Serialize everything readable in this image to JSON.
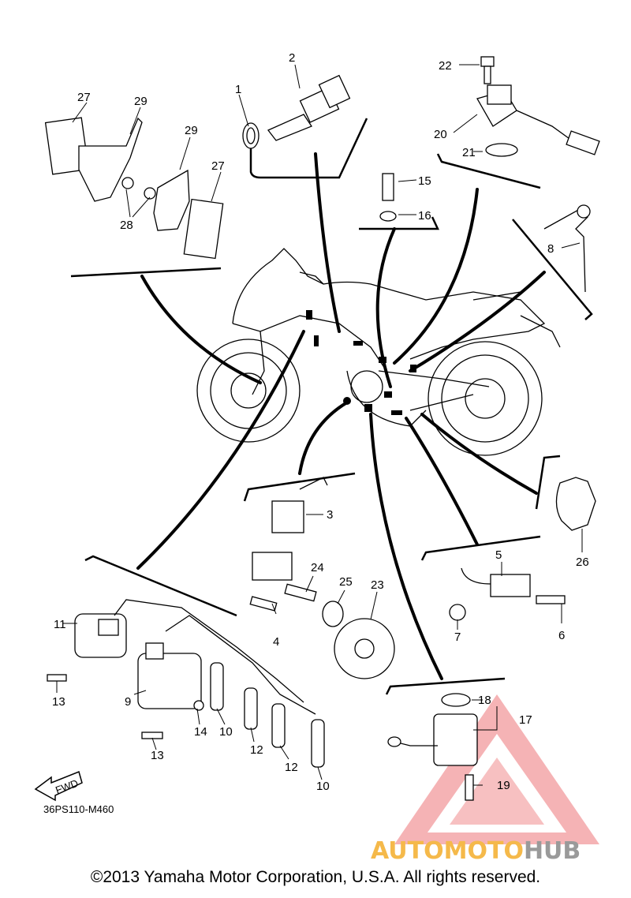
{
  "diagram": {
    "part_code": "36PS110-M460",
    "fwd_label": "FWD",
    "copyright": "©2013 Yamaha Motor Corporation, U.S.A. All rights reserved.",
    "watermark": {
      "brand_a": "AUTOMOTO",
      "brand_b": "HUB",
      "color_a": "#f5b94a",
      "color_b": "#9a9a9a",
      "triangle_color": "#e8474a"
    },
    "callouts": {
      "c1": "1",
      "c2": "2",
      "c3": "3",
      "c4": "4",
      "c5": "5",
      "c6": "6",
      "c7": "7",
      "c8": "8",
      "c9": "9",
      "c10a": "10",
      "c10b": "10",
      "c11": "11",
      "c12a": "12",
      "c12b": "12",
      "c13a": "13",
      "c13b": "13",
      "c14": "14",
      "c15": "15",
      "c16": "16",
      "c17": "17",
      "c18": "18",
      "c19": "19",
      "c20": "20",
      "c21": "21",
      "c22": "22",
      "c23": "23",
      "c24": "24",
      "c25": "25",
      "c26": "26",
      "c27a": "27",
      "c27b": "27",
      "c28": "28",
      "c29a": "29",
      "c29b": "29"
    }
  }
}
